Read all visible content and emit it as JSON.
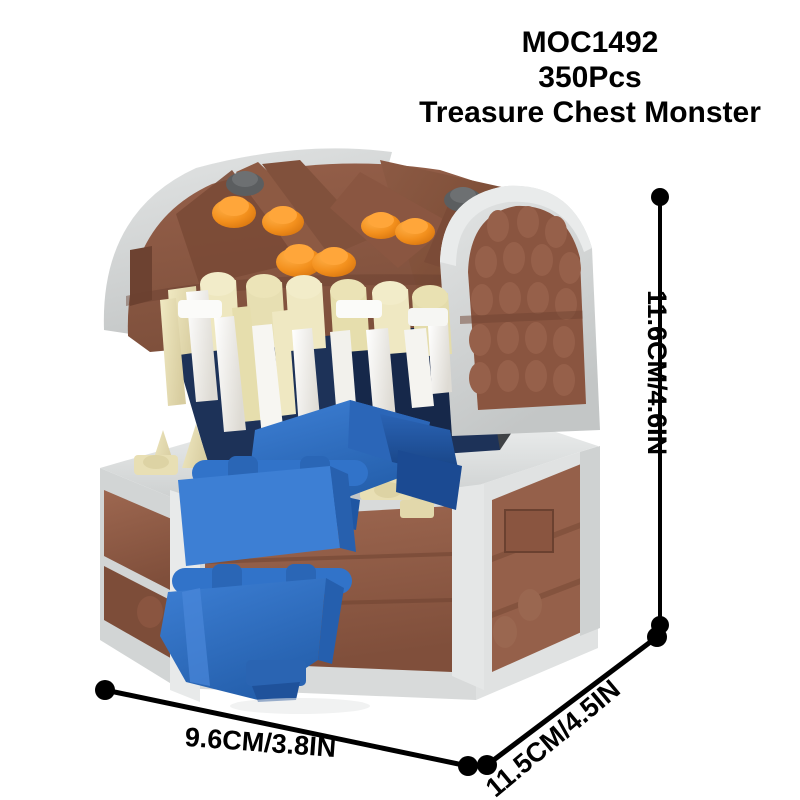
{
  "background_color": "#ffffff",
  "title": {
    "lines": [
      "MOC1492",
      "350Pcs",
      "Treasure Chest Monster"
    ],
    "moc_code": "MOC1492",
    "piece_count": "350Pcs",
    "product_name": "Treasure Chest Monster",
    "text_color": "#000000"
  },
  "dimensions": {
    "height": {
      "label": "11.6CM/4.6IN",
      "cm": "11.6",
      "inch": "4.6",
      "orientation": "vertical"
    },
    "width": {
      "label": "9.6CM/3.8IN",
      "cm": "9.6",
      "inch": "3.8",
      "orientation": "horizontal"
    },
    "depth": {
      "label": "11.5CM/4.5IN",
      "cm": "11.5",
      "inch": "4.5",
      "orientation": "diagonal"
    },
    "line_color": "#000000"
  },
  "product": {
    "name": "treasure-chest-monster",
    "description": "Brick-built mimic monster: brown domed chest lid with orange eye studs, white and tan fang teeth, blue segmented tongue, light gray framed chest base with brown plank panels",
    "colors": {
      "chest_brown": "#8a5a43",
      "chest_brown_dark": "#6d4433",
      "chest_brown_light": "#a4705a",
      "lid_brown": "#8b5742",
      "light_gray": "#d6d8d8",
      "light_gray_dark": "#b9bcbc",
      "dark_gray": "#5b5e60",
      "orange": "#f3901d",
      "orange_dark": "#d97712",
      "tooth_white": "#f2f2ef",
      "tooth_tan": "#e8dfb4",
      "tongue_blue": "#2f6fc4",
      "tongue_blue_dark": "#1d4f99",
      "mouth_interior": "#1d3258",
      "shadow_gray": "#3c3f42"
    }
  }
}
